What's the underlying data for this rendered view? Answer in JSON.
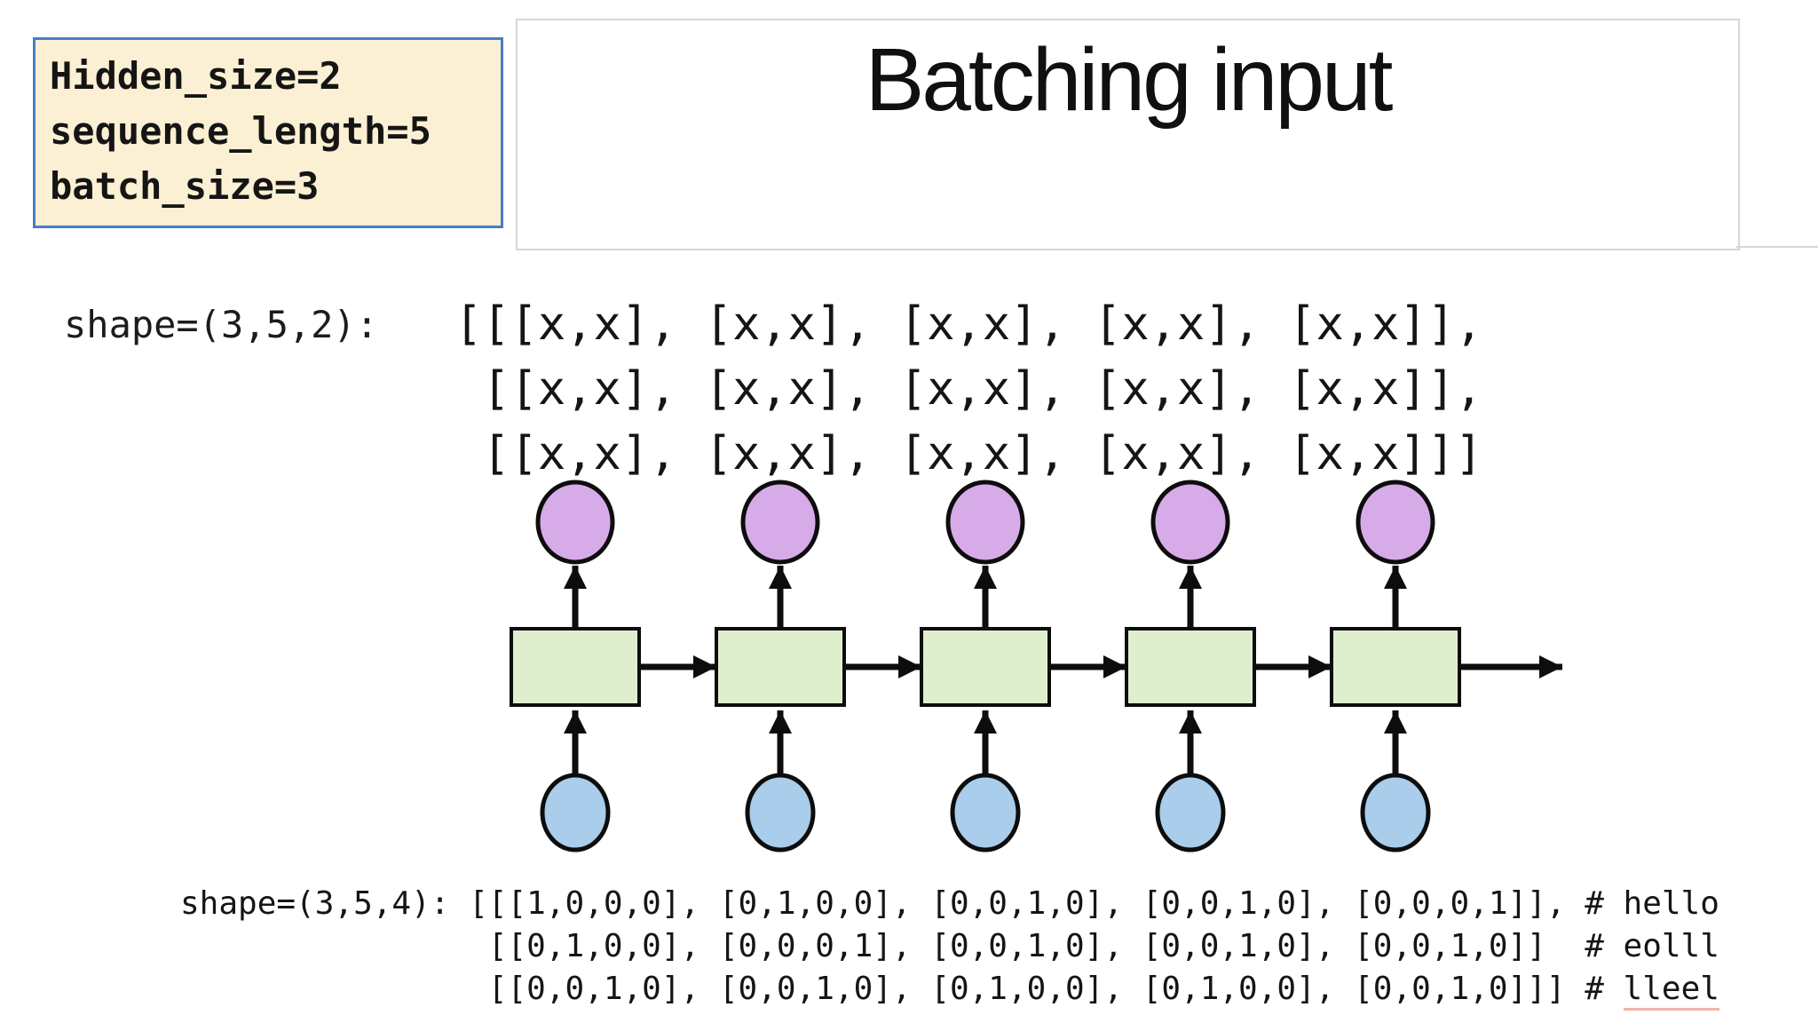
{
  "colors": {
    "accent_border": "#4a7cc7",
    "note_bg": "#fbf0d3",
    "frame_border": "#d6d6d6",
    "node_purple": "#d7abe8",
    "node_blue": "#a9cdeb",
    "cell_green": "#dfefce",
    "stroke": "#0d0d0d",
    "underline_red": "#f2b3ad"
  },
  "note_box": {
    "lines": [
      "Hidden_size=2",
      "sequence_length=5",
      "batch_size=3"
    ]
  },
  "header": {
    "title": "Batching input"
  },
  "tensor_x": {
    "label": "shape=(3,5,2):",
    "rows": [
      "[[[x,x], [x,x], [x,x], [x,x], [x,x]],",
      " [[x,x], [x,x], [x,x], [x,x], [x,x]],",
      " [[x,x], [x,x], [x,x], [x,x], [x,x]]]"
    ]
  },
  "tensor_onehot": {
    "line1": "shape=(3,5,4): [[[1,0,0,0], [0,1,0,0], [0,0,1,0], [0,0,1,0], [0,0,0,1]], # hello",
    "line2": "                [[0,1,0,0], [0,0,0,1], [0,0,1,0], [0,0,1,0], [0,0,1,0]]  # eolll",
    "line3_prefix": "                [[0,0,1,0], [0,0,1,0], [0,1,0,0], [0,1,0,0], [0,0,1,0]]] # ",
    "line3_word": "lleel"
  },
  "diagram": {
    "unit_count": 5
  }
}
